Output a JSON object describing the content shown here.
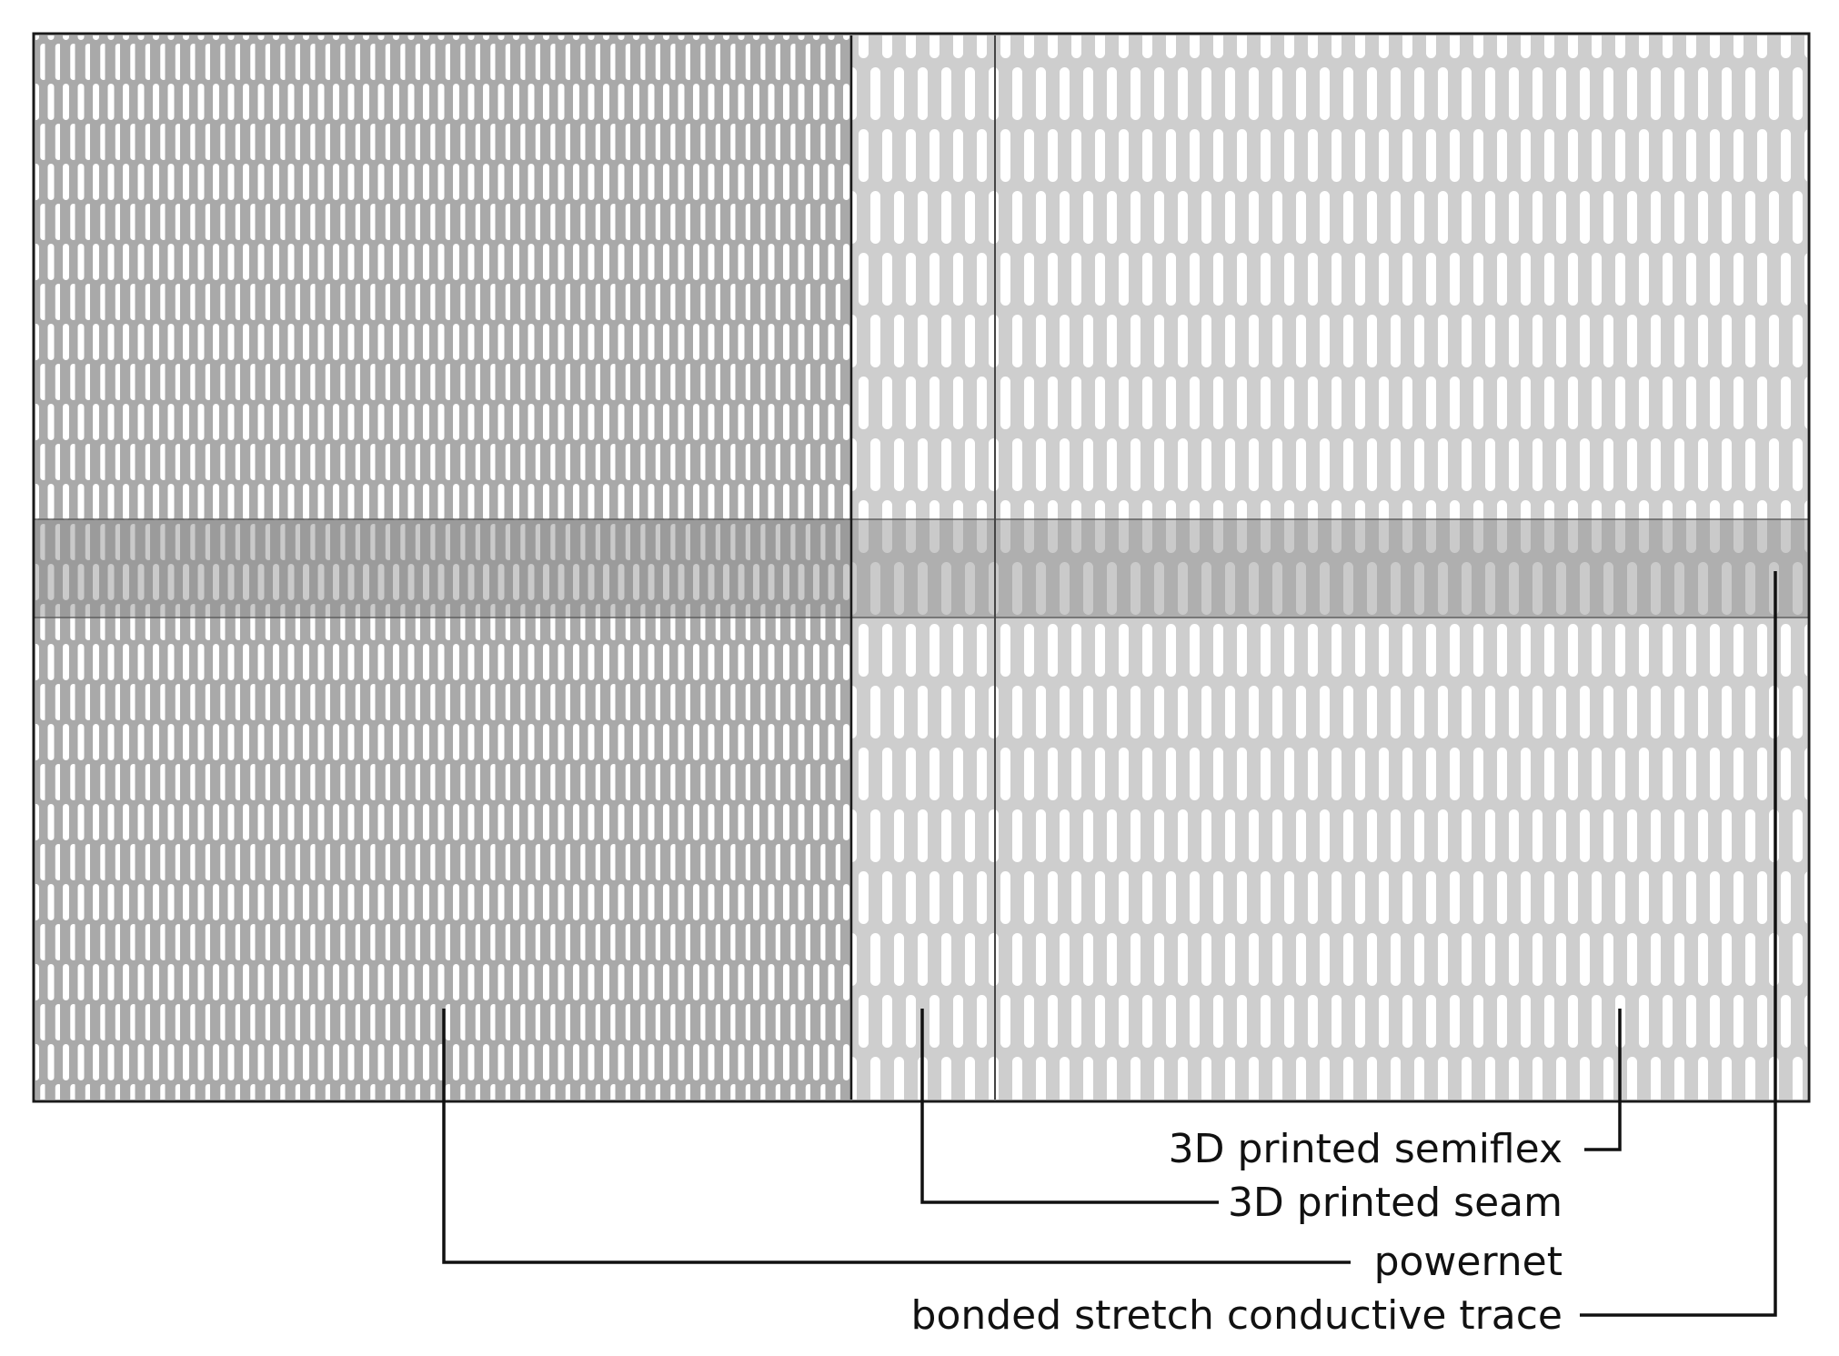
{
  "diagram": {
    "labels": {
      "semiflex": "3D printed semiflex",
      "seam": "3D printed seam",
      "powernet": "powernet",
      "trace": "bonded stretch conductive trace"
    }
  },
  "colors": {
    "powernet_fill": "#a9a9a9",
    "semiflex_fill": "#cecece",
    "trace_band": "#8a8a8a",
    "perforation": "#ffffff",
    "outline": "#1a1a1a",
    "leader": "#111111"
  }
}
